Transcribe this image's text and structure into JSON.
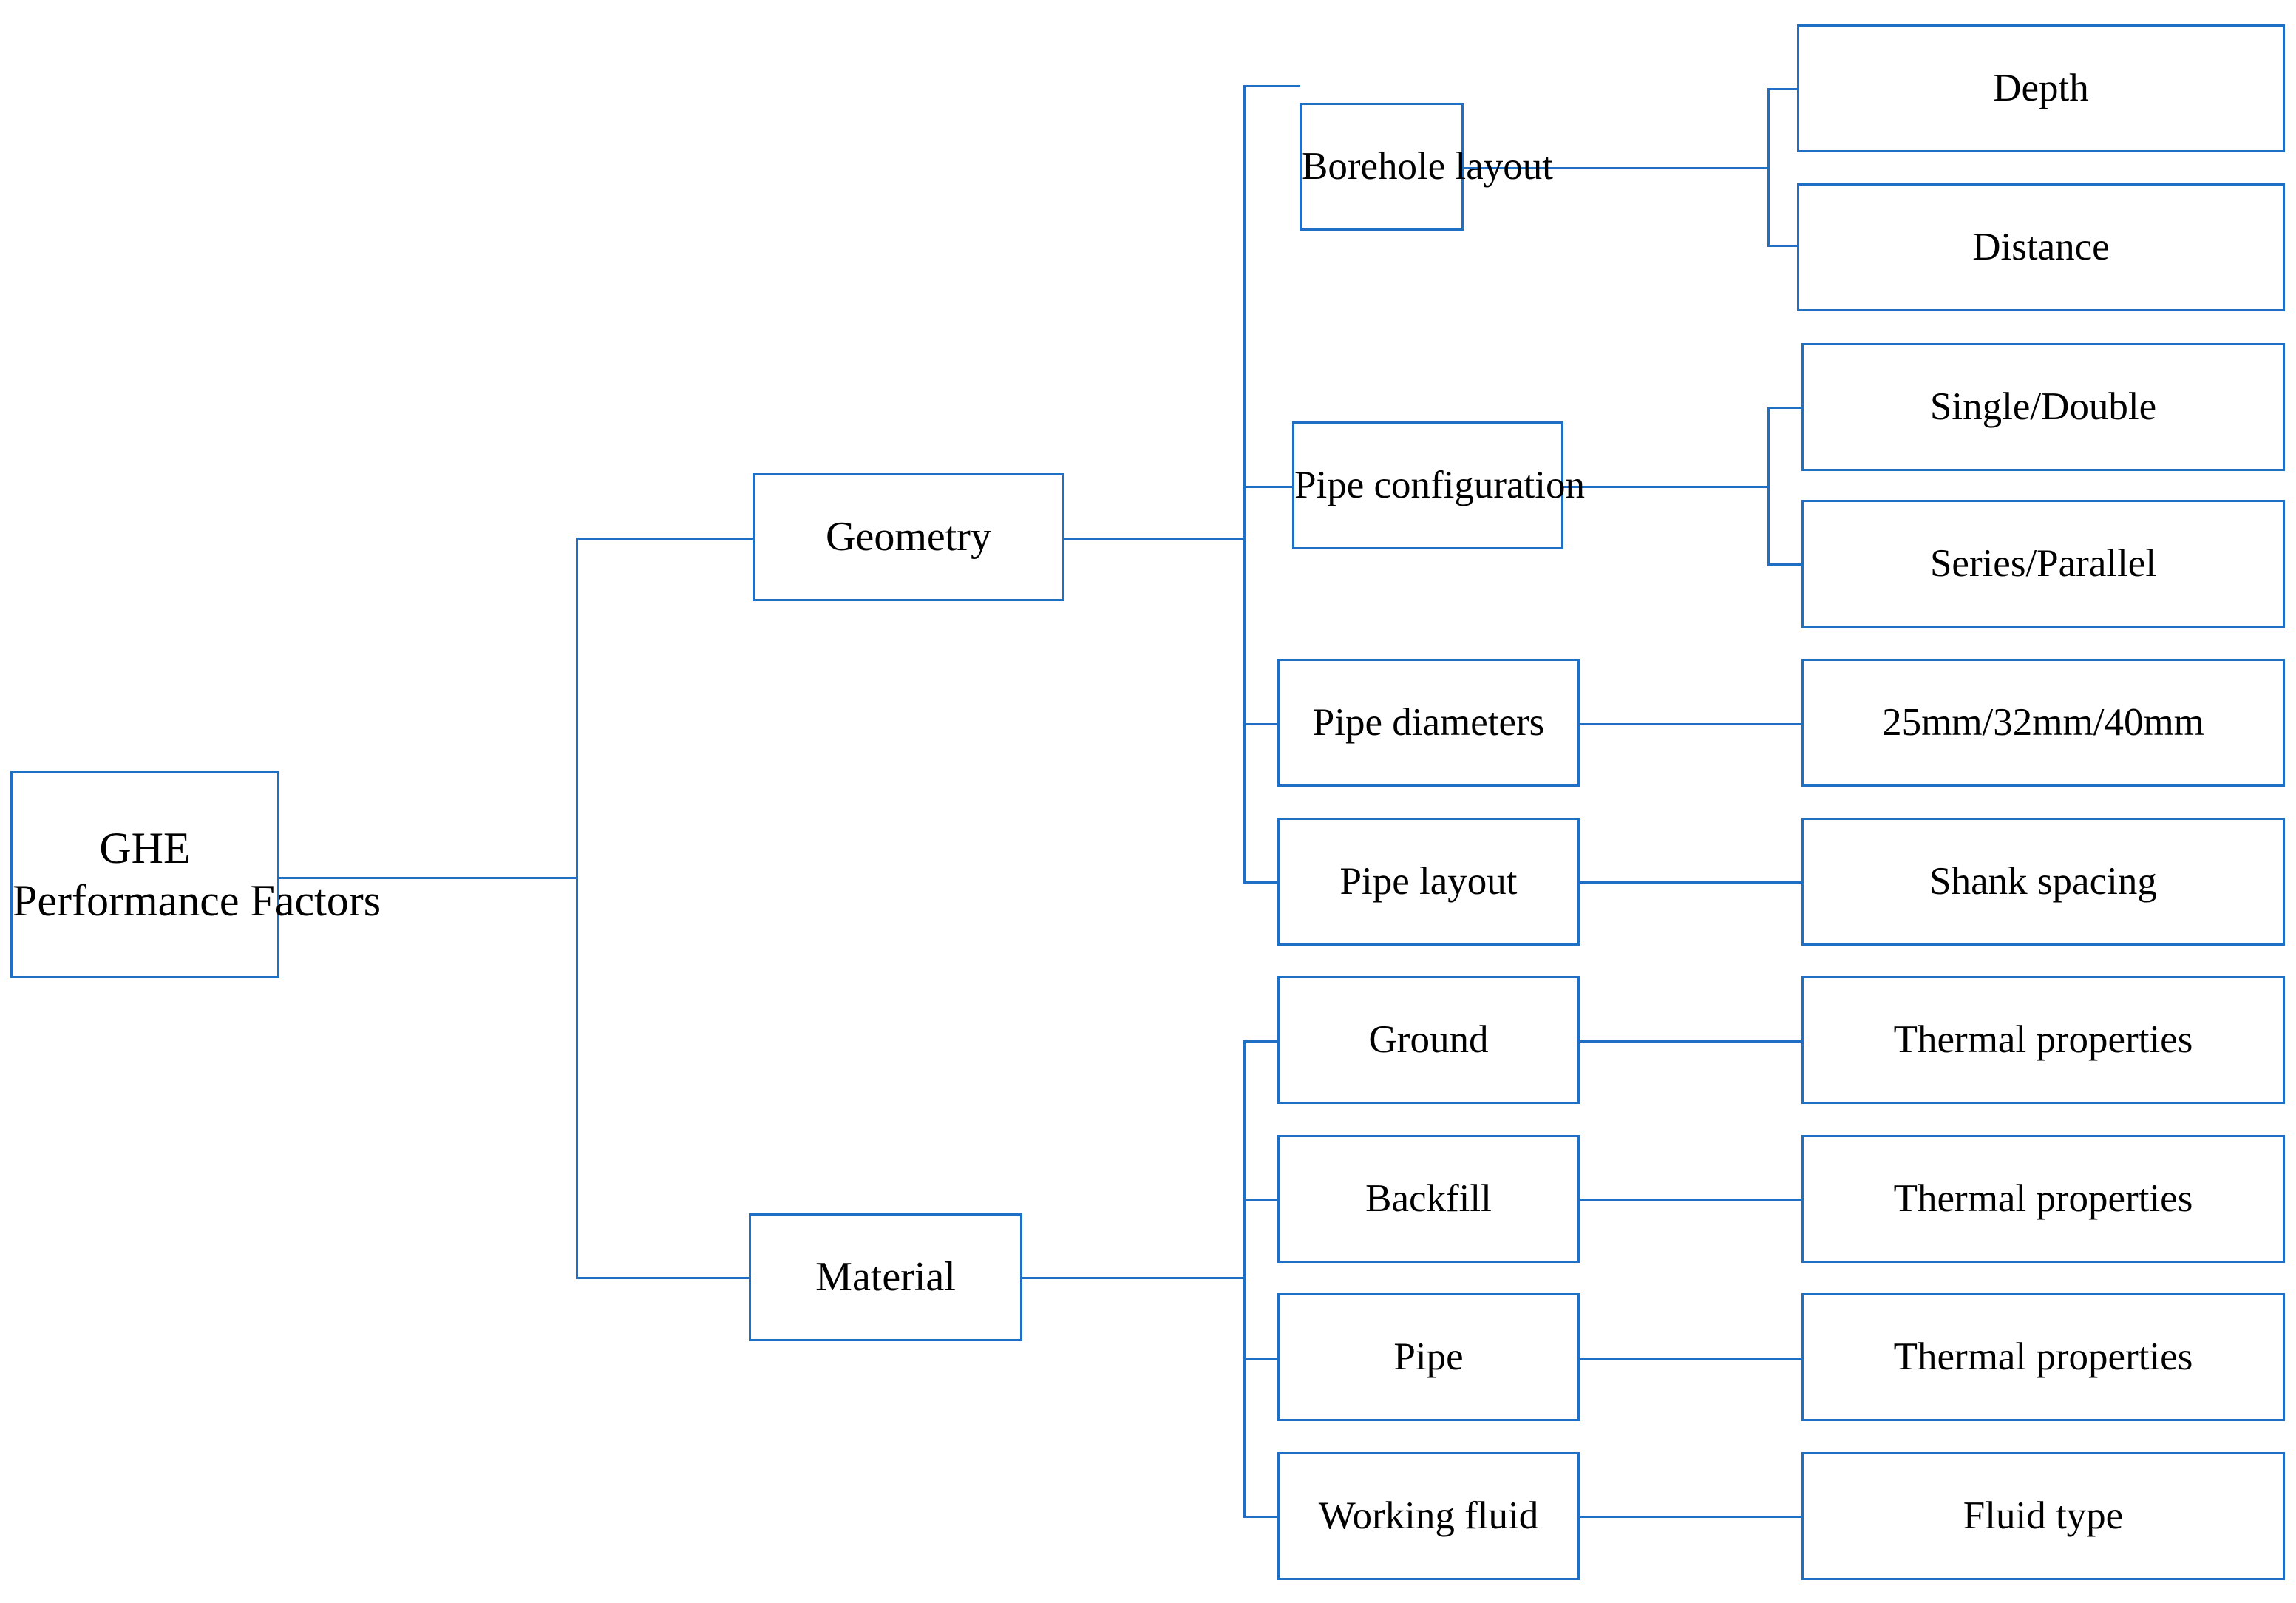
{
  "diagram": {
    "title": "GHE Performance Factors hierarchy",
    "accent_color": "#1F6FC4",
    "text_color": "#000000",
    "background_color": "#FFFFFF",
    "root": {
      "line1": "GHE",
      "line2": "Performance Factors"
    },
    "branches": [
      {
        "id": "geometry",
        "label": "Geometry",
        "children": [
          {
            "id": "borehole-layout",
            "label": "Borehole layout",
            "leaves": [
              {
                "id": "depth",
                "label": "Depth"
              },
              {
                "id": "distance",
                "label": "Distance"
              }
            ]
          },
          {
            "id": "pipe-configuration",
            "label": "Pipe configuration",
            "leaves": [
              {
                "id": "single-double",
                "label": "Single/Double"
              },
              {
                "id": "series-parallel",
                "label": "Series/Parallel"
              }
            ]
          },
          {
            "id": "pipe-diameters",
            "label": "Pipe diameters",
            "leaves": [
              {
                "id": "diameter-values",
                "label": "25mm/32mm/40mm"
              }
            ]
          },
          {
            "id": "pipe-layout",
            "label": "Pipe layout",
            "leaves": [
              {
                "id": "shank-spacing",
                "label": "Shank spacing"
              }
            ]
          }
        ]
      },
      {
        "id": "material",
        "label": "Material",
        "children": [
          {
            "id": "ground",
            "label": "Ground",
            "leaves": [
              {
                "id": "ground-thermal-properties",
                "label": "Thermal properties"
              }
            ]
          },
          {
            "id": "backfill",
            "label": "Backfill",
            "leaves": [
              {
                "id": "backfill-thermal-properties",
                "label": "Thermal properties"
              }
            ]
          },
          {
            "id": "pipe",
            "label": "Pipe",
            "leaves": [
              {
                "id": "pipe-thermal-properties",
                "label": "Thermal properties"
              }
            ]
          },
          {
            "id": "working-fluid",
            "label": "Working fluid",
            "leaves": [
              {
                "id": "fluid-type",
                "label": "Fluid type"
              }
            ]
          }
        ]
      }
    ]
  }
}
